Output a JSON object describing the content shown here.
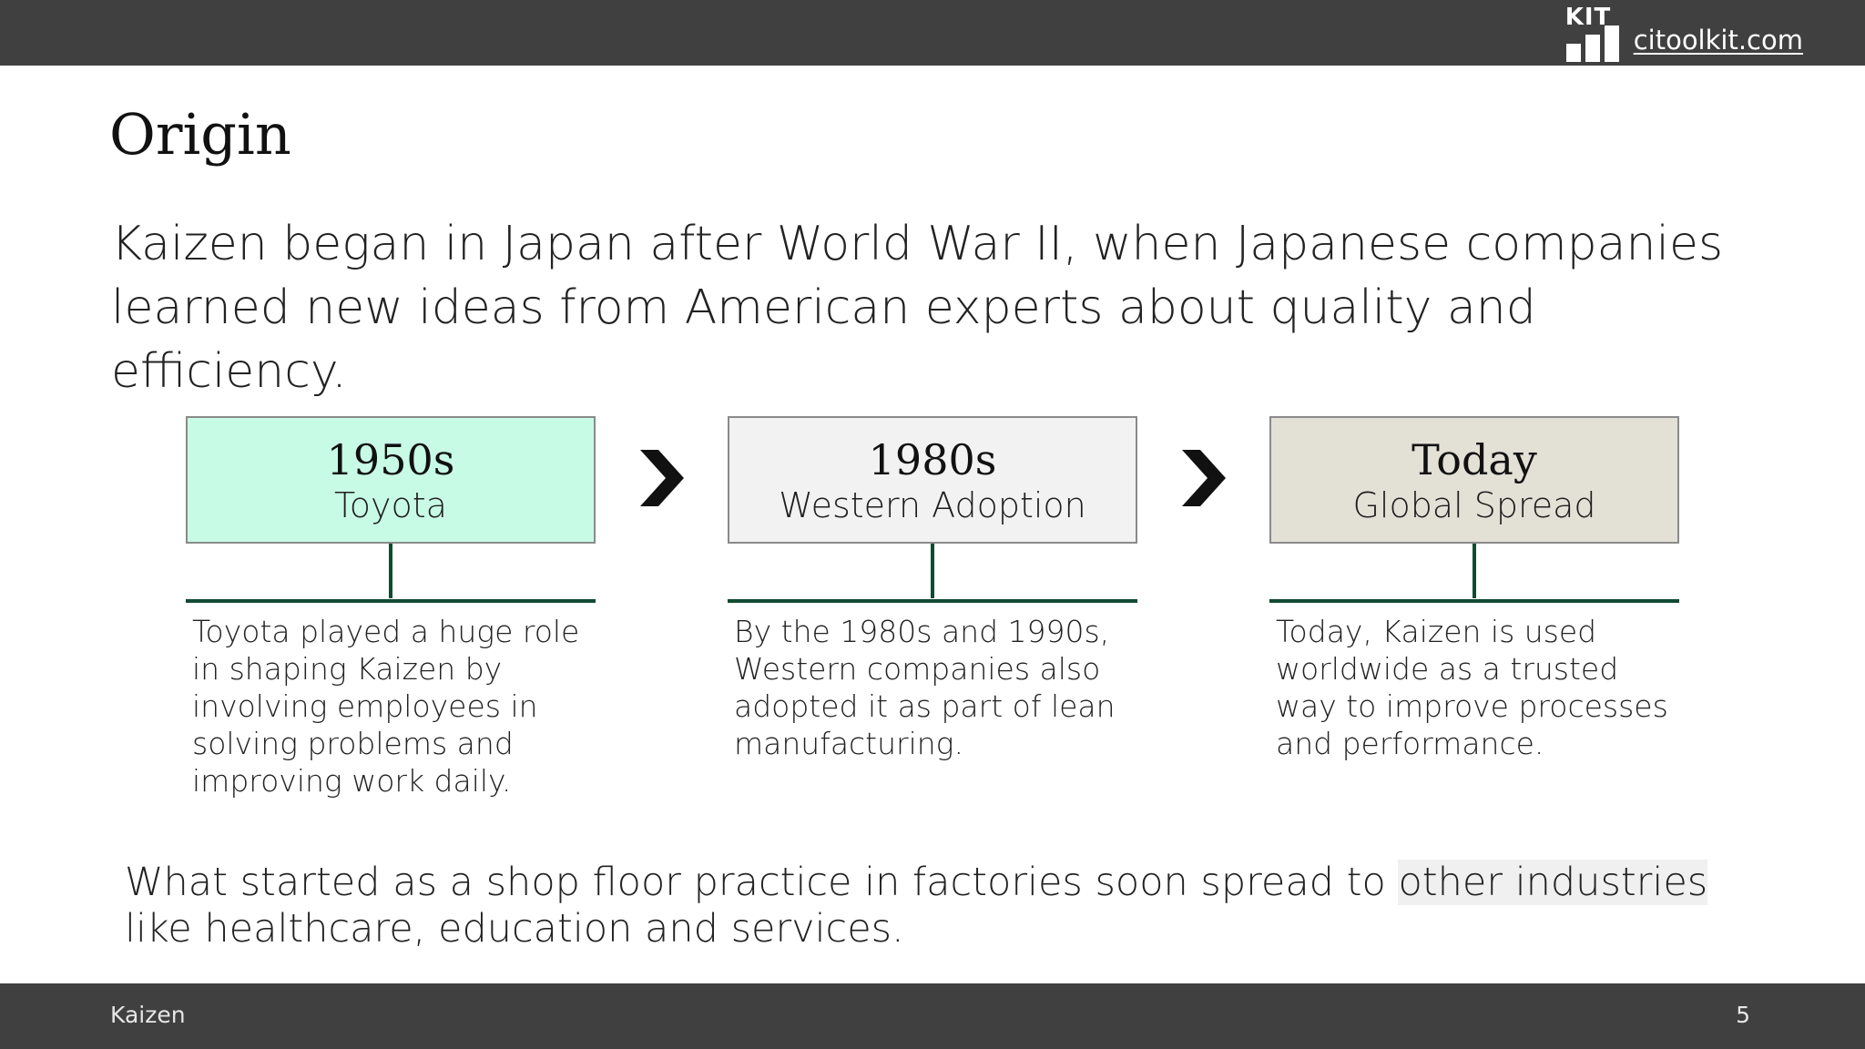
{
  "header": {
    "logo_text": "KIT",
    "site_link": "citoolkit.com"
  },
  "slide": {
    "title": "Origin",
    "intro": "Kaizen began in Japan after World War II, when Japanese companies learned new ideas from American experts about quality and efficiency."
  },
  "timeline": [
    {
      "period": "1950s",
      "name": "Toyota",
      "description": "Toyota played a huge role in shaping Kaizen by involving employees in solving problems and improving work daily.",
      "color": "#c8fbe6"
    },
    {
      "period": "1980s",
      "name": "Western Adoption",
      "description": "By the 1980s and 1990s, Western companies also adopted it as part of lean manufacturing.",
      "color": "#f2f2f2"
    },
    {
      "period": "Today",
      "name": "Global Spread",
      "description": "Today, Kaizen is used worldwide as a trusted way to improve processes and performance.",
      "color": "#e3e0d6"
    }
  ],
  "summary": {
    "before": "What started as a shop floor practice in factories soon spread to ",
    "highlight": "other industries",
    "after": " like healthcare, education and services."
  },
  "footer": {
    "left": "Kaizen",
    "page_number": "5"
  },
  "colors": {
    "bar": "#404040",
    "connector": "#114a32",
    "arrow": "#111111"
  },
  "icons": {
    "logo": "bar-chart-logo",
    "arrow": "chevron-right-icon"
  }
}
